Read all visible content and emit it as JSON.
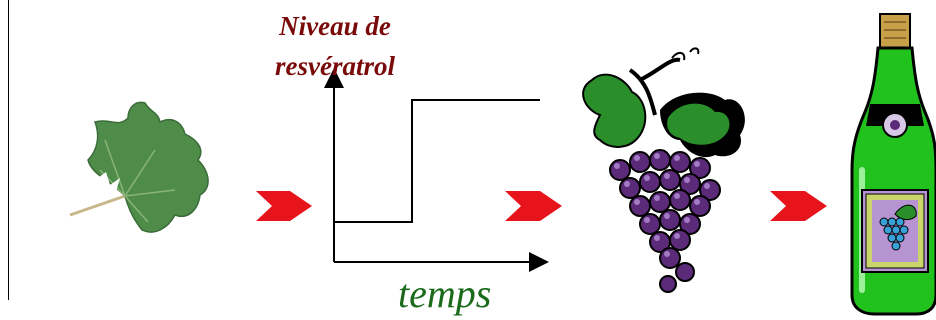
{
  "diagram": {
    "y_axis_label_line1": "Niveau de",
    "y_axis_label_line2": "resvératrol",
    "x_axis_label": "temps",
    "curve_shape": "step",
    "sequence": [
      "vine-leaf",
      "resveratrol-graph",
      "grape-bunch",
      "wine-bottle"
    ]
  },
  "colors": {
    "arrow": "#e8141c",
    "label_red": "#7a0a0a",
    "label_green": "#1a6a1a",
    "bottle_green": "#22c21e",
    "grape_purple": "#5b2a78",
    "leaf_green": "#2e8b3a"
  },
  "icons": {
    "leaf": "vine-leaf-icon",
    "grapes": "grape-bunch-icon",
    "bottle": "wine-bottle-icon",
    "arrow": "chevron-arrow-icon"
  }
}
